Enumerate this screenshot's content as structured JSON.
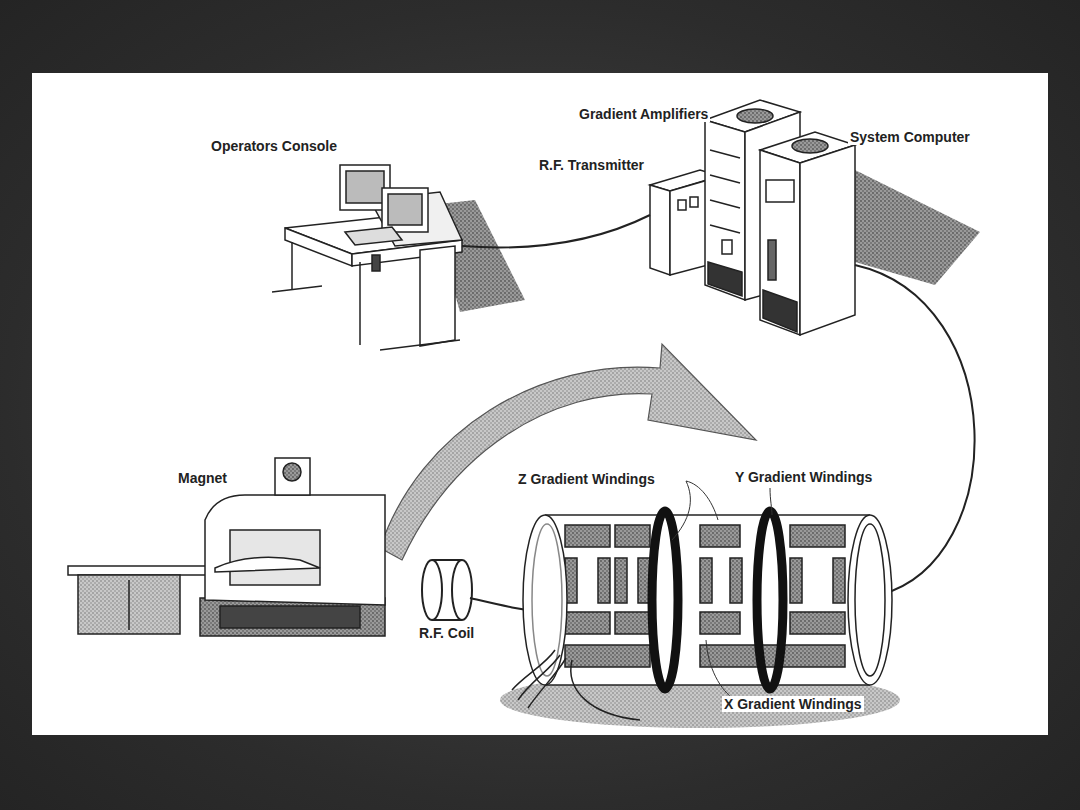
{
  "diagram": {
    "labels": [
      "Gradient Amplifiers",
      "Operators Console",
      "R.F. Transmitter",
      "System Computer",
      "Magnet",
      "Z Gradient Windings",
      "Y Gradient Windings",
      "R.F. Coil",
      "X Gradient Windings"
    ]
  }
}
